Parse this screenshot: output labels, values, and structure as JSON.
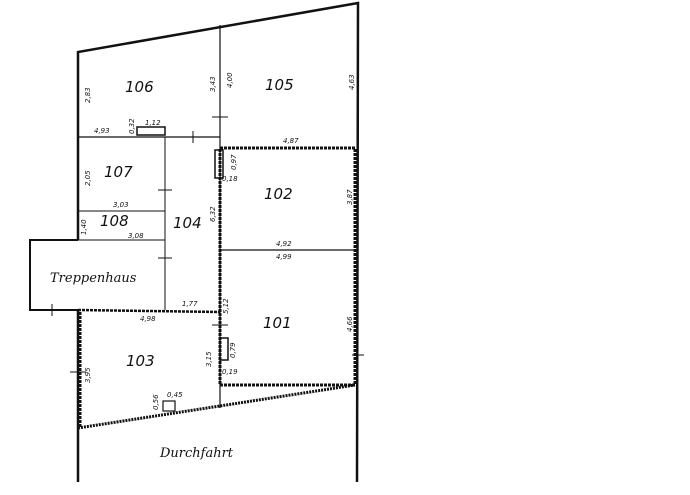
{
  "rooms": {
    "r106": "106",
    "r105": "105",
    "r107": "107",
    "r108": "108",
    "r104": "104",
    "r102": "102",
    "r101": "101",
    "r103": "103"
  },
  "labels": {
    "stair": "Treppenhaus",
    "passage": "Durchfahrt"
  },
  "dimensions": {
    "d283": "2,83",
    "d343": "3,43",
    "d400": "4,00",
    "d463": "4,63",
    "d493": "4,93",
    "d032": "0,32",
    "d112": "1,12",
    "d487": "4,87",
    "d097": "0,97",
    "d018": "0,18",
    "d205": "2,05",
    "d303": "3,03",
    "d387": "3,87",
    "d140": "1,40",
    "d308": "3,08",
    "d632": "6,32",
    "d492": "4,92",
    "d499": "4,99",
    "d177": "1,77",
    "d498": "4,98",
    "d512": "5,12",
    "d466": "4,66",
    "d395": "3,95",
    "d315": "3,15",
    "d079": "0,79",
    "d019": "0,19",
    "d056": "0,56",
    "d045": "0,45"
  }
}
